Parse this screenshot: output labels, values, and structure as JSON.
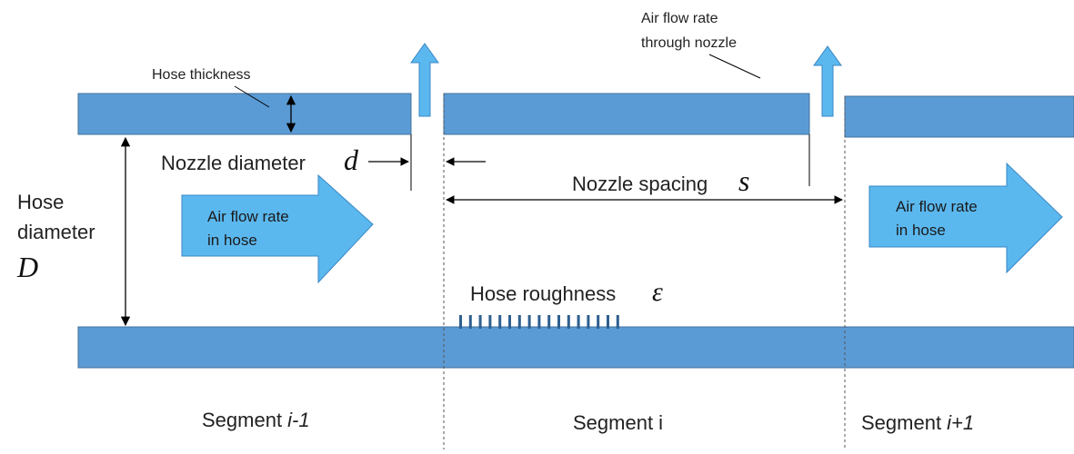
{
  "labels": {
    "hose_thickness": "Hose thickness",
    "nozzle_air_line1": "Air flow rate",
    "nozzle_air_line2": "through nozzle",
    "nozzle_diameter": "Nozzle diameter",
    "nozzle_diameter_symbol": "d",
    "nozzle_spacing": "Nozzle spacing",
    "nozzle_spacing_symbol": "s",
    "hose_diameter_line1": "Hose",
    "hose_diameter_line2": "diameter",
    "hose_diameter_symbol": "D",
    "left_air_line1": "Air flow rate",
    "left_air_line2": "in hose",
    "right_air_line1": "Air flow rate",
    "right_air_line2": "in hose",
    "hose_roughness": "Hose roughness",
    "hose_roughness_symbol": "ε",
    "segment_left_prefix": "Segment ",
    "segment_left_italic": "i-1",
    "segment_mid": "Segment i",
    "segment_right_prefix": "Segment ",
    "segment_right_italic": "i+1"
  },
  "colors": {
    "hose": "#5b9bd5",
    "hose_edge": "#41719c",
    "flow_arrow": "#5bb8ef",
    "flow_arrow_edge": "#3a87c4",
    "roughness": "#2e5f8f",
    "line": "#000000"
  }
}
